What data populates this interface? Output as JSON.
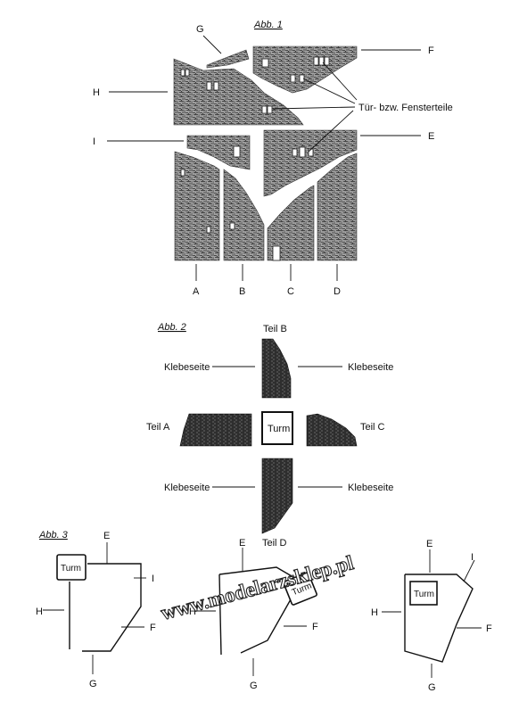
{
  "abb1": {
    "title": "Abb. 1",
    "labels": {
      "A": "A",
      "B": "B",
      "C": "C",
      "D": "D",
      "E": "E",
      "F": "F",
      "G": "G",
      "H": "H",
      "I": "I"
    },
    "door_window": "Tür- bzw. Fensterteile"
  },
  "abb2": {
    "title": "Abb. 2",
    "teil_a": "Teil A",
    "teil_b": "Teil B",
    "teil_c": "Teil C",
    "teil_d": "Teil D",
    "turm": "Turm",
    "klebeseite": "Klebeseite"
  },
  "abb3": {
    "title": "Abb. 3",
    "turm": "Turm",
    "labels": {
      "E": "E",
      "F": "F",
      "G": "G",
      "H": "H",
      "I": "I"
    }
  },
  "watermark": "www.modelarzsklep.pl",
  "colors": {
    "ink": "#111111",
    "stone": "#8a8a8a"
  }
}
